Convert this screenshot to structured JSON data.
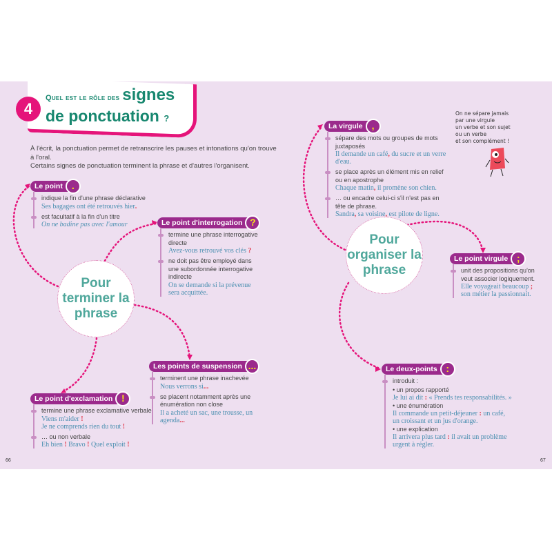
{
  "header": {
    "number": "4",
    "title_small": "Quel est le rôle des",
    "title_big": "signes",
    "title_line2": "de ponctuation",
    "title_q": "?"
  },
  "intro": [
    "À l'écrit, la ponctuation permet de retranscrire les pauses et intonations qu'on trouve à l'oral.",
    "Certains signes de ponctuation terminent la phrase et d'autres l'organisent."
  ],
  "hubs": {
    "terminer": "Pour terminer la phrase",
    "organiser": "Pour organiser la phrase"
  },
  "speech_bubble": "On ne sépare jamais\npar une virgule\nun verbe et son sujet\nou un verbe\net son complément !",
  "page_numbers": {
    "left": "66",
    "right": "67"
  },
  "colors": {
    "background": "#eedff0",
    "accent": "#e5147a",
    "header": "#9b2a8c",
    "title": "#17876f",
    "example": "#4a8fb0",
    "punct": "#e03a4c"
  },
  "sections": [
    {
      "id": "point",
      "title": "Le point",
      "symbol": ".",
      "items": [
        {
          "text": "indique la fin d'une phrase déclarative",
          "examples": [
            [
              [
                "Ses bagages ont été retrouvés hier",
                0
              ],
              [
                ".",
                1
              ]
            ]
          ]
        },
        {
          "text": "est facultatif à la fin d'un titre",
          "italic": true,
          "examples": [
            [
              [
                "On ne badine pas avec l'amour",
                0
              ]
            ]
          ]
        }
      ]
    },
    {
      "id": "interrogation",
      "title": "Le point d'interrogation",
      "symbol": "?",
      "items": [
        {
          "text": "termine une phrase interrogative directe",
          "examples": [
            [
              [
                "Avez-vous retrouvé vos clés ",
                0
              ],
              [
                "?",
                1
              ]
            ]
          ]
        },
        {
          "text": "ne doit pas être employé dans une subordonnée interrogative indirecte",
          "examples": [
            [
              [
                "On se demande si la prévenue sera acquittée.",
                0
              ]
            ]
          ]
        }
      ]
    },
    {
      "id": "suspension",
      "title": "Les points de suspension",
      "symbol": "...",
      "items": [
        {
          "text": "terminent une phrase inachevée",
          "examples": [
            [
              [
                "Nous verrons si",
                0
              ],
              [
                "...",
                1
              ]
            ]
          ]
        },
        {
          "text": "se placent notamment après une énumération non close",
          "examples": [
            [
              [
                "Il a acheté un sac, une trousse, un agenda",
                0
              ],
              [
                "...",
                1
              ]
            ]
          ]
        }
      ]
    },
    {
      "id": "exclamation",
      "title": "Le point d'exclamation",
      "symbol": "!",
      "items": [
        {
          "text": "termine une phrase exclamative verbale",
          "examples": [
            [
              [
                "Viens m'aider ",
                0
              ],
              [
                "!",
                1
              ]
            ],
            [
              [
                "Je ne comprends rien du tout ",
                0
              ],
              [
                "!",
                1
              ]
            ]
          ]
        },
        {
          "text": "… ou non verbale",
          "examples": [
            [
              [
                "Eh bien ",
                0
              ],
              [
                "!",
                1
              ],
              [
                " Bravo ",
                0
              ],
              [
                "!",
                1
              ],
              [
                " Quel exploit ",
                0
              ],
              [
                "!",
                1
              ]
            ]
          ]
        }
      ]
    },
    {
      "id": "virgule",
      "title": "La virgule",
      "symbol": ",",
      "items": [
        {
          "text": "sépare des mots ou groupes de mots juxtaposés",
          "examples": [
            [
              [
                "Il demande un café",
                0
              ],
              [
                ",",
                1
              ],
              [
                " du sucre et un verre d'eau.",
                0
              ]
            ]
          ]
        },
        {
          "text": "se place après un élément mis en relief ou en apostrophe",
          "examples": [
            [
              [
                "Chaque matin",
                0
              ],
              [
                ",",
                1
              ],
              [
                " il promène son chien.",
                0
              ]
            ]
          ]
        },
        {
          "text": "… ou encadre celui-ci s'il n'est pas en tête de phrase.",
          "examples": [
            [
              [
                "Sandra",
                0
              ],
              [
                ",",
                1
              ],
              [
                " sa voisine",
                0
              ],
              [
                ",",
                1
              ],
              [
                " est pilote de ligne.",
                0
              ]
            ]
          ]
        }
      ]
    },
    {
      "id": "pointvirgule",
      "title": "Le point virgule",
      "symbol": ";",
      "items": [
        {
          "text": "unit des propositions qu'on veut associer logiquement.",
          "examples": [
            [
              [
                "Elle voyageait beaucoup ",
                0
              ],
              [
                ";",
                1
              ],
              [
                " son métier la passionnait.",
                0
              ]
            ]
          ]
        }
      ]
    },
    {
      "id": "deuxpoints",
      "title": "Le deux-points",
      "symbol": ":",
      "items": [
        {
          "text": "introduit :",
          "subs": [
            {
              "label": "• un propos rapporté",
              "example": [
                [
                  "Je lui ai dit ",
                  0
                ],
                [
                  ":",
                  1
                ],
                [
                  " « Prends tes responsabilités. »",
                  0
                ]
              ]
            },
            {
              "label": "• une énumération",
              "example": [
                [
                  "Il commande un petit-déjeuner ",
                  0
                ],
                [
                  ":",
                  1
                ],
                [
                  " un café, un croissant et un jus d'orange.",
                  0
                ]
              ]
            },
            {
              "label": "• une explication",
              "example": [
                [
                  "Il arrivera plus tard ",
                  0
                ],
                [
                  ":",
                  1
                ],
                [
                  " il avait un problème urgent à régler.",
                  0
                ]
              ]
            }
          ]
        }
      ]
    }
  ]
}
